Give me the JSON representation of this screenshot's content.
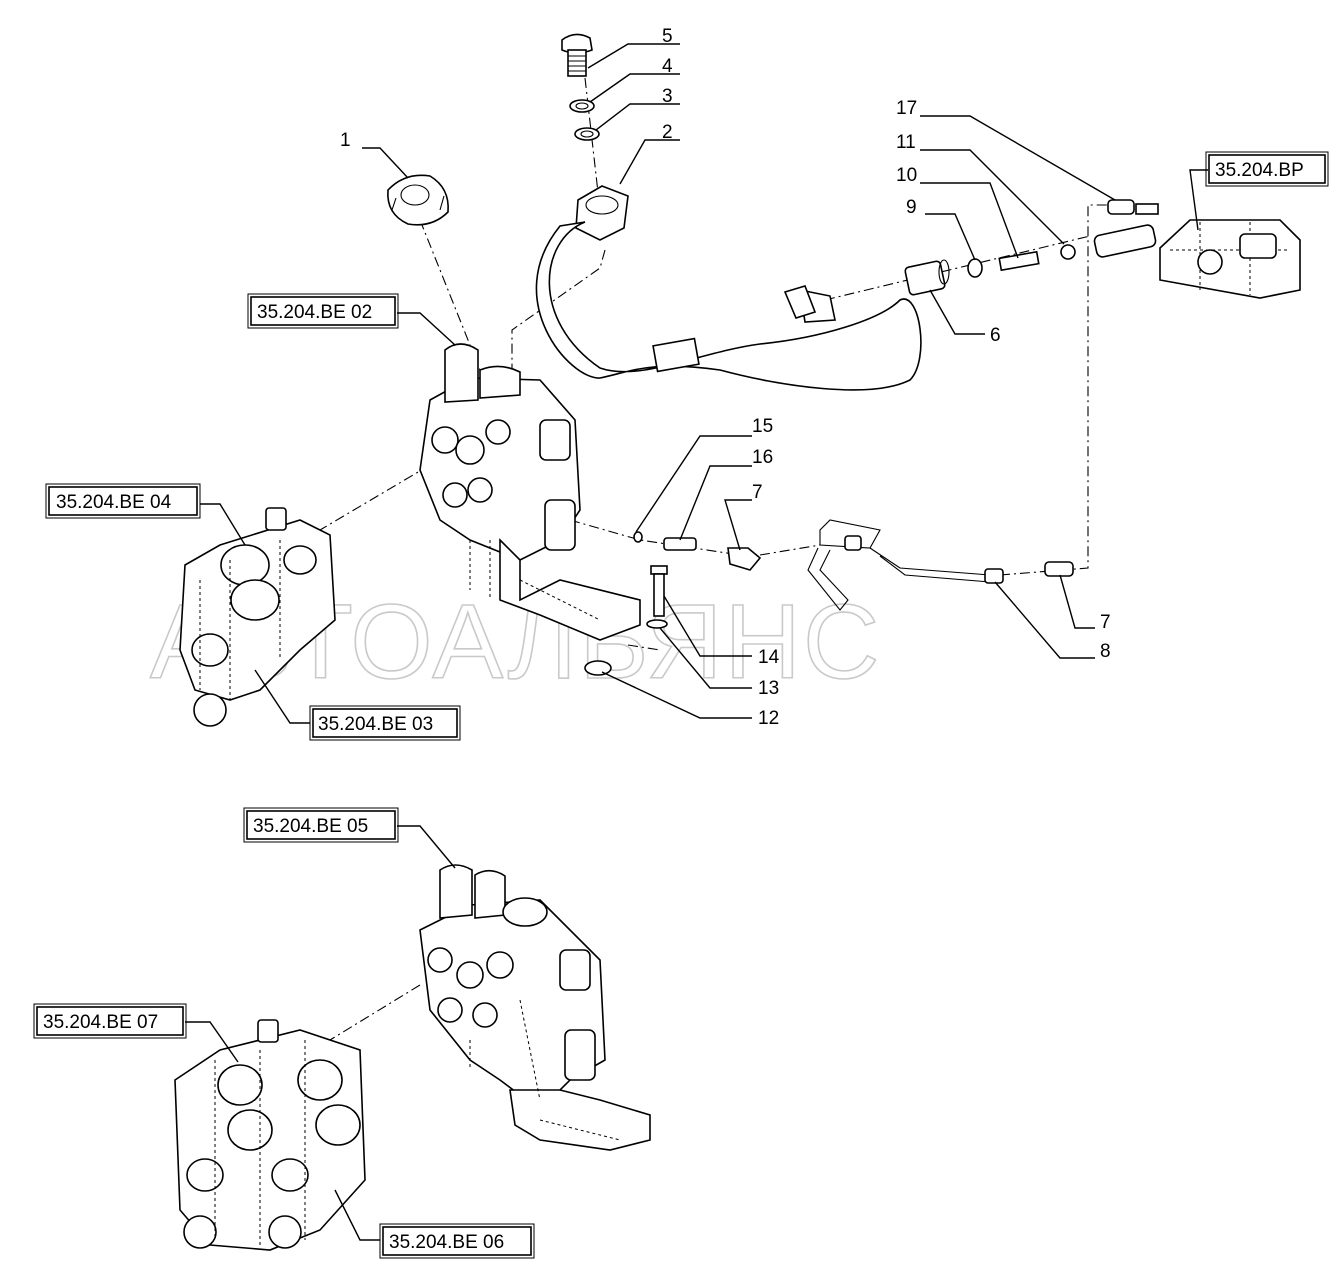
{
  "watermark": "АВТОАЛЬЯНС",
  "references": {
    "be02": "35.204.BE 02",
    "be04": "35.204.BE 04",
    "be03": "35.204.BE 03",
    "bp": "35.204.BP",
    "be05": "35.204.BE 05",
    "be07": "35.204.BE 07",
    "be06": "35.204.BE 06"
  },
  "callouts": {
    "c1": "1",
    "c2": "2",
    "c3": "3",
    "c4": "4",
    "c5": "5",
    "c6": "6",
    "c7a": "7",
    "c7b": "7",
    "c8": "8",
    "c9": "9",
    "c10": "10",
    "c11": "11",
    "c12": "12",
    "c13": "13",
    "c14": "14",
    "c15": "15",
    "c16": "16",
    "c17": "17"
  }
}
